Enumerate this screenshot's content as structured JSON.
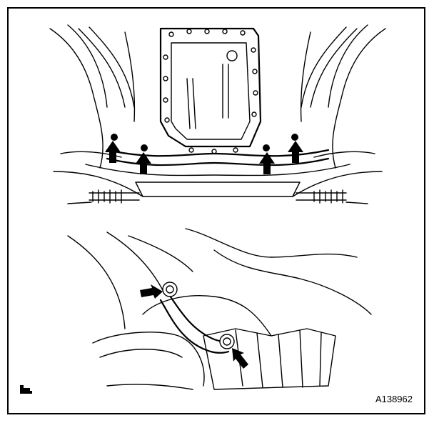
{
  "figure": {
    "id_label": "A138962",
    "corner_icon": "illustration-symbol-icon",
    "top_view": {
      "arrows": 4,
      "subject": "underbody-oil-pan-and-crossmember"
    },
    "bottom_view": {
      "arrows": 2,
      "subject": "bracket-bolts-detail"
    }
  }
}
